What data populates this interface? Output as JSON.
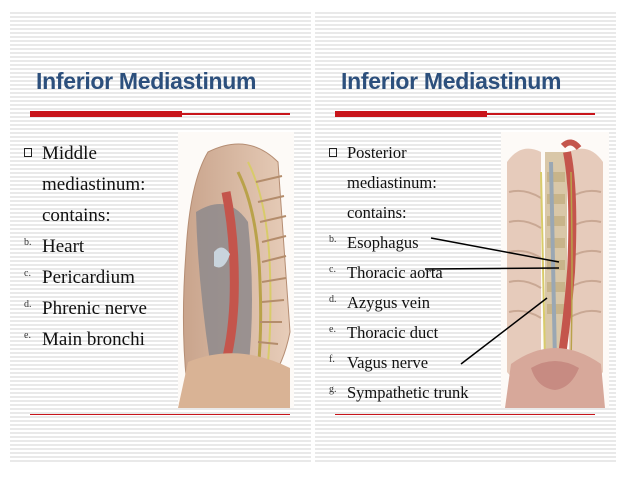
{
  "slides": [
    {
      "title": "Inferior Mediastinum",
      "intro": "Middle mediastinum: contains:",
      "items": [
        {
          "marker": "b.",
          "text": "Heart"
        },
        {
          "marker": "c.",
          "text": "Pericardium"
        },
        {
          "marker": "d.",
          "text": "Phrenic nerve"
        },
        {
          "marker": "e.",
          "text": "Main bronchi"
        }
      ]
    },
    {
      "title": "Inferior Mediastinum",
      "intro": "Posterior mediastinum: contains:",
      "items": [
        {
          "marker": "b.",
          "text": "Esophagus"
        },
        {
          "marker": "c.",
          "text": "Thoracic aorta"
        },
        {
          "marker": "d.",
          "text": "Azygus vein"
        },
        {
          "marker": "e.",
          "text": "Thoracic duct"
        },
        {
          "marker": "f.",
          "text": "Vagus nerve"
        },
        {
          "marker": "g.",
          "text": "Sympathetic trunk"
        }
      ]
    }
  ],
  "colors": {
    "title": "#2c4f7c",
    "accent_red": "#c8151b"
  }
}
